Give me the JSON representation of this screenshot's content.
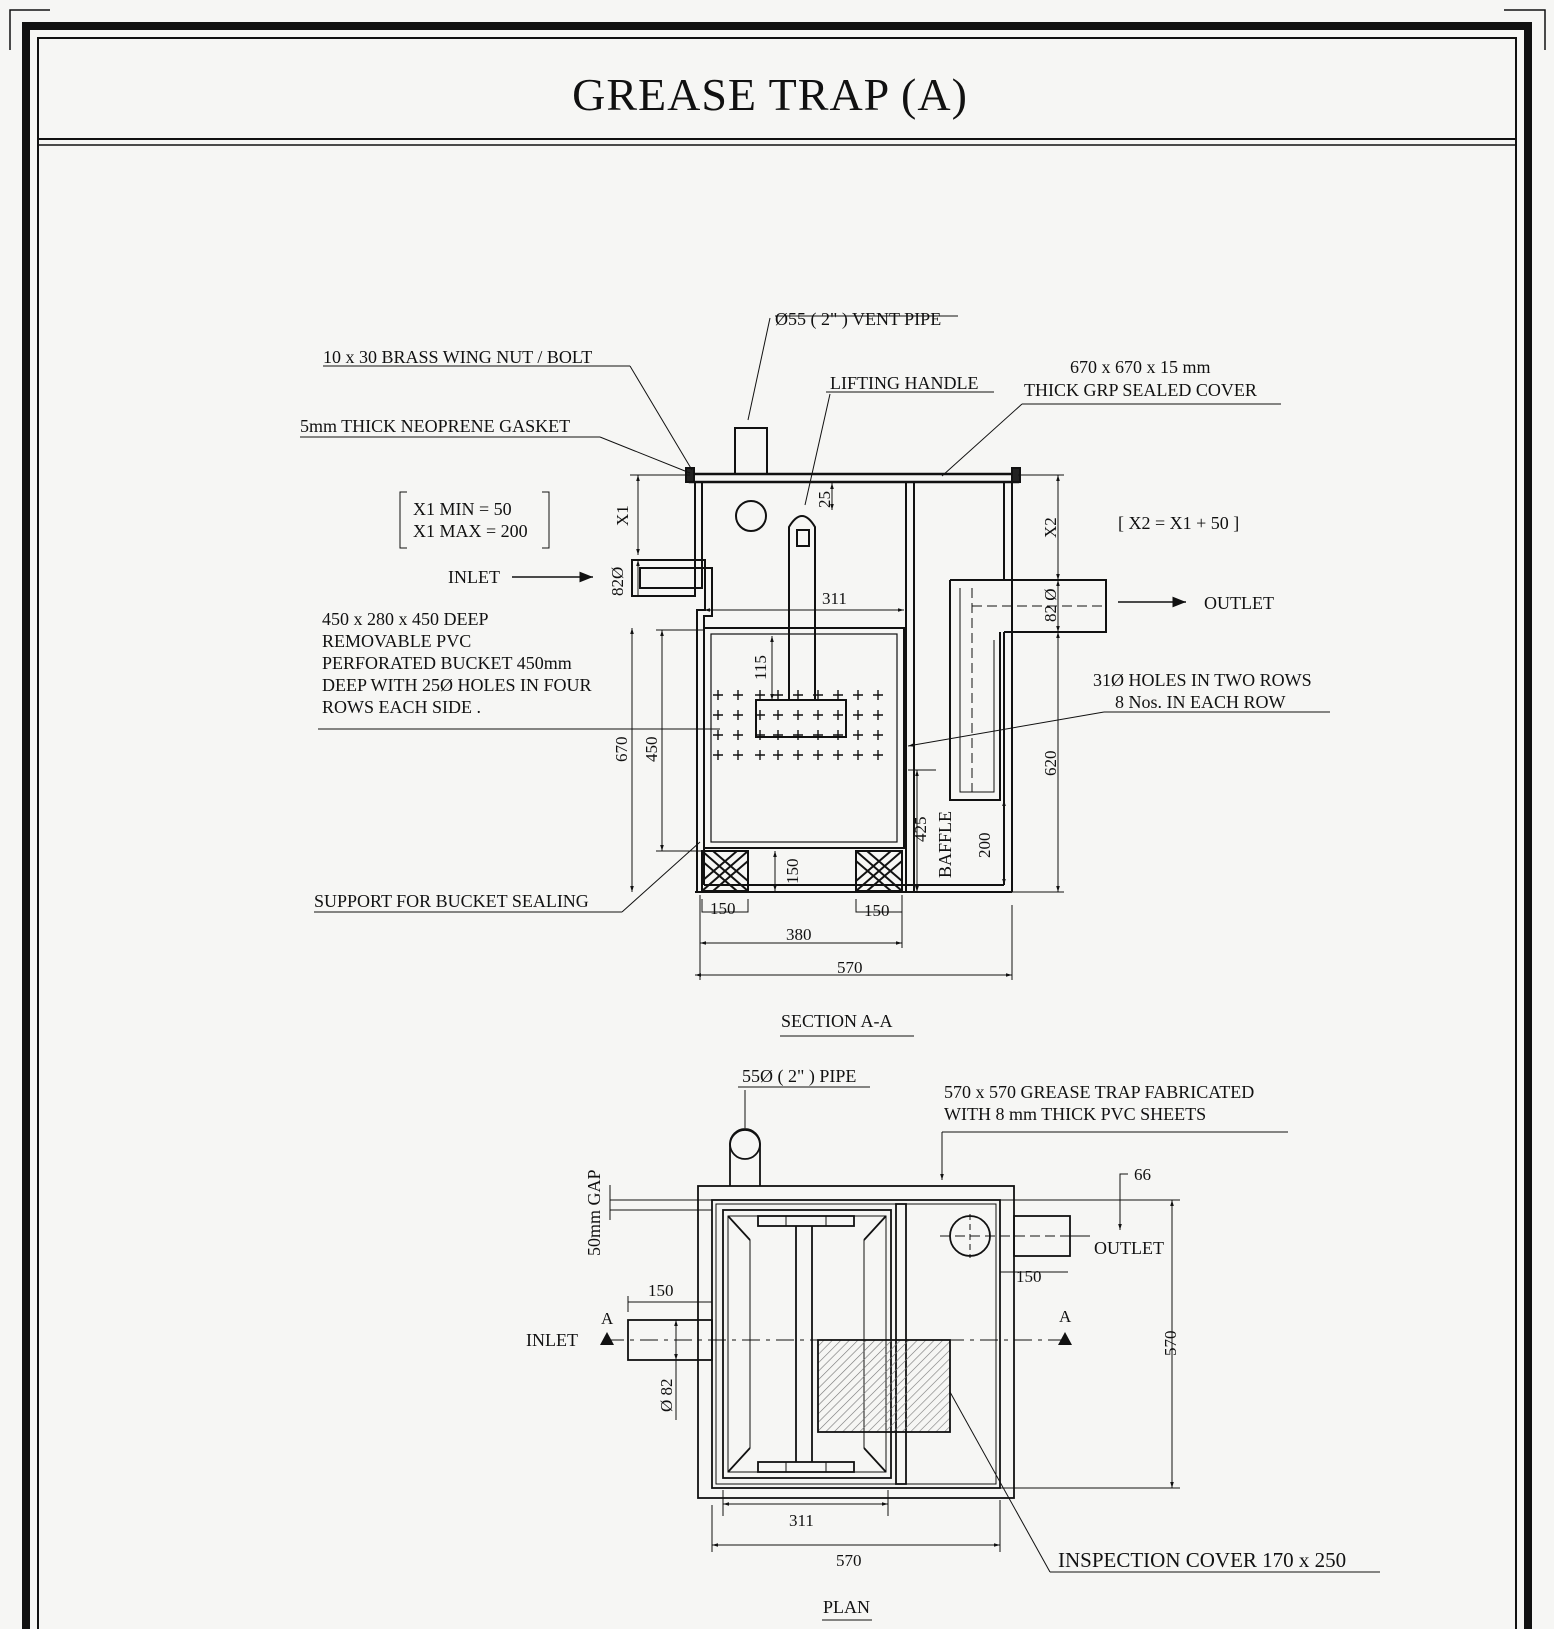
{
  "title": "GREASE TRAP (A)",
  "section": {
    "heading": "SECTION A-A",
    "labels": {
      "vent_pipe": "Ø55 ( 2\" ) VENT PIPE",
      "wing_nut": "10  x 30 BRASS WING NUT / BOLT",
      "lifting_handle": "LIFTING HANDLE",
      "cover_line1": "670 x 670 x 15 mm",
      "cover_line2": "THICK GRP SEALED COVER",
      "gasket": "5mm THICK NEOPRENE GASKET",
      "x1_min": "X1 MIN  = 50",
      "x1_max": "X1 MAX = 200",
      "x2_formula": "[ X2 = X1 + 50 ]",
      "inlet": "INLET",
      "outlet": "OUTLET",
      "bucket_line1": "450 x 280 x 450 DEEP",
      "bucket_line2": "REMOVABLE PVC",
      "bucket_line3": "PERFORATED BUCKET 450mm",
      "bucket_line4": "DEEP WITH 25Ø HOLES IN FOUR",
      "bucket_line5": "ROWS EACH SIDE .",
      "holes_line1": "31Ø HOLES IN TWO ROWS",
      "holes_line2": "8 Nos. IN EACH ROW",
      "support": "SUPPORT FOR BUCKET SEALING",
      "baffle": "BAFFLE"
    },
    "dims": {
      "x1": "X1",
      "x2": "X2",
      "d82_in": "82Ø",
      "d82_out": "82 Ø",
      "d311": "311",
      "d25": "25",
      "d115": "115",
      "d670": "670",
      "d450": "450",
      "d620": "620",
      "d425": "425",
      "d200": "200",
      "d150_mid": "150",
      "d150_left": "150",
      "d150_right": "150",
      "d380": "380",
      "d570": "570"
    }
  },
  "plan": {
    "heading": "PLAN",
    "labels": {
      "pipe": "55Ø ( 2\" ) PIPE",
      "fab_line1": "570 x 570 GREASE TRAP FABRICATED",
      "fab_line2": "WITH 8 mm THICK PVC SHEETS",
      "gap": "50mm GAP",
      "inlet": "INLET",
      "outlet": "OUTLET",
      "section_a_left": "A",
      "section_a_right": "A",
      "inspection": "INSPECTION COVER 170 x 250"
    },
    "dims": {
      "d66": "66",
      "d150_outlet": "150",
      "d150_inlet": "150",
      "d82": "Ø 82",
      "d570_v": "570",
      "d311": "311",
      "d570_h": "570"
    }
  }
}
